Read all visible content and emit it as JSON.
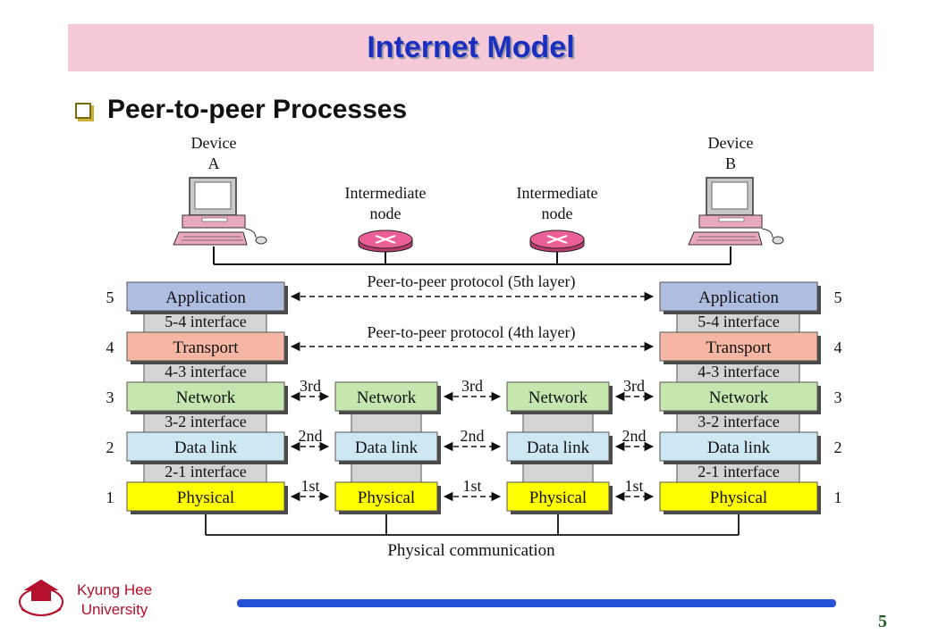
{
  "title": "Internet Model",
  "subtitle": "Peer-to-peer Processes",
  "devices": {
    "a_line1": "Device",
    "a_line2": "A",
    "b_line1": "Device",
    "b_line2": "B"
  },
  "intermediate": {
    "line1": "Intermediate",
    "line2": "node"
  },
  "protocols": {
    "fifth": "Peer-to-peer protocol (5th layer)",
    "fourth": "Peer-to-peer protocol (4th layer)",
    "third": "3rd",
    "second": "2nd",
    "first": "1st"
  },
  "layer_numbers": [
    "5",
    "4",
    "3",
    "2",
    "1"
  ],
  "layers": {
    "application": "Application",
    "transport": "Transport",
    "network": "Network",
    "data_link": "Data link",
    "physical": "Physical"
  },
  "interfaces": {
    "i54": "5-4 interface",
    "i43": "4-3 interface",
    "i32": "3-2 interface",
    "i21": "2-1 interface"
  },
  "physical_communication": "Physical communication",
  "footer": {
    "university_line1": "Kyung Hee",
    "university_line2": "University",
    "page_number": "5"
  },
  "colors": {
    "title_bar": "#f5c9d8",
    "title_text": "#1a2fc0",
    "application": "#aebde0",
    "transport": "#f5b7a3",
    "network": "#c6e6b0",
    "data_link": "#cde8f2",
    "physical": "#ffff00",
    "interface": "#d4d4d4",
    "router": "#ea5f96",
    "university": "#b4102c",
    "footer_line": "#2550d8"
  }
}
